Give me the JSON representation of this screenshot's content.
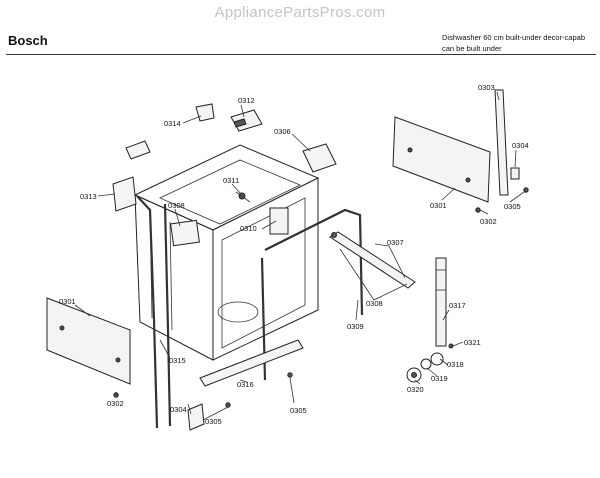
{
  "watermark": "AppliancePartsPros.com",
  "header": {
    "brand": "Bosch",
    "description_line1": "Dishwasher 60 cm built-under decor-capab",
    "description_line2": "can be built under"
  },
  "parts": [
    {
      "label": "0312"
    },
    {
      "label": "0314"
    },
    {
      "label": "0306"
    },
    {
      "label": "0311"
    },
    {
      "label": "0313"
    },
    {
      "label": "0308"
    },
    {
      "label": "0310"
    },
    {
      "label": "0303"
    },
    {
      "label": "0304"
    },
    {
      "label": "0301"
    },
    {
      "label": "0302"
    },
    {
      "label": "0305"
    },
    {
      "label": "0307"
    },
    {
      "label": "0308"
    },
    {
      "label": "0309"
    },
    {
      "label": "0317"
    },
    {
      "label": "0321"
    },
    {
      "label": "0318"
    },
    {
      "label": "0319"
    },
    {
      "label": "0320"
    },
    {
      "label": "0301"
    },
    {
      "label": "0302"
    },
    {
      "label": "0315"
    },
    {
      "label": "0316"
    },
    {
      "label": "0304"
    },
    {
      "label": "0305"
    },
    {
      "label": "0305"
    }
  ]
}
